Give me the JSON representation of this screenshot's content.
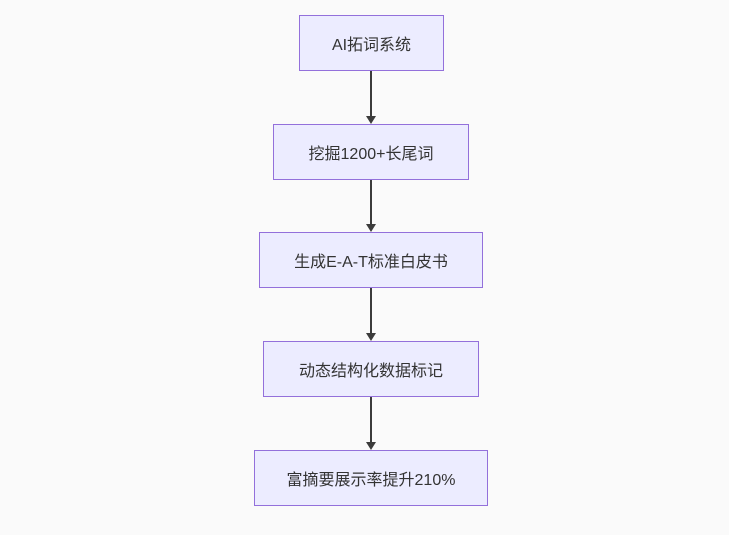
{
  "diagram": {
    "type": "flowchart",
    "direction": "top-down",
    "nodes": [
      {
        "id": "step-1",
        "label": "AI拓词系统"
      },
      {
        "id": "step-2",
        "label": "挖掘1200+长尾词"
      },
      {
        "id": "step-3",
        "label": "生成E-A-T标准白皮书"
      },
      {
        "id": "step-4",
        "label": "动态结构化数据标记"
      },
      {
        "id": "step-5",
        "label": "富摘要展示率提升210%"
      }
    ],
    "edges": [
      {
        "from": "step-1",
        "to": "step-2"
      },
      {
        "from": "step-2",
        "to": "step-3"
      },
      {
        "from": "step-3",
        "to": "step-4"
      },
      {
        "from": "step-4",
        "to": "step-5"
      }
    ],
    "colors": {
      "node_fill": "#ececff",
      "node_border": "#9370db",
      "node_text": "#333333",
      "arrow": "#3b3b3b",
      "background": "#fafafa"
    }
  }
}
